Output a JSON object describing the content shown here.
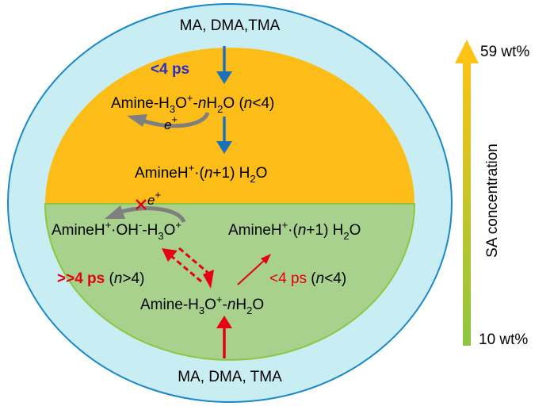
{
  "outer_top": "MA, DMA,TMA",
  "outer_bottom": "MA, DMA, TMA",
  "top": {
    "time": "<4 ps",
    "complex_a": "Amine-H",
    "complex_b": "3",
    "complex_c": "O",
    "complex_d": "+",
    "complex_e": "-",
    "complex_n": "n",
    "complex_f": "H",
    "complex_g": "2",
    "complex_h": "O (",
    "complex_i": "n",
    "complex_j": "<4)",
    "electron": "e",
    "electron_sup": "+",
    "product_a": "AmineH",
    "product_b": "+",
    "product_c": "·(",
    "product_n": "n",
    "product_d": "+1) H",
    "product_e": "2",
    "product_f": "O"
  },
  "bottom": {
    "electron": "e",
    "electron_sup": "+",
    "left_a": "AmineH",
    "left_b": "+",
    "left_c": "·OH",
    "left_d": "-",
    "left_e": "-H",
    "left_f": "3",
    "left_g": "O",
    "left_h": "+",
    "right_a": "AmineH",
    "right_b": "+",
    "right_c": "·(",
    "right_n": "n",
    "right_d": "+1) H",
    "right_e": "2",
    "right_f": "O",
    "slow_time": ">>4 ps",
    "slow_cond_a": " (",
    "slow_cond_n": "n",
    "slow_cond_b": ">4)",
    "fast_time": "<4 ps",
    "fast_cond_a": " (",
    "fast_cond_n": "n",
    "fast_cond_b": "<4)",
    "complex_a": "Amine-H",
    "complex_b": "3",
    "complex_c": "O",
    "complex_d": "+",
    "complex_e": "-",
    "complex_n": "n",
    "complex_f": "H",
    "complex_g": "2",
    "complex_h": "O"
  },
  "scale": {
    "top_label": "59 wt%",
    "bottom_label": "10 wt%",
    "axis_label": "SA concentration"
  },
  "colors": {
    "outer_ring": "#c8eef3",
    "top_half": "#fcbd18",
    "bottom_half": "#a8d18d",
    "blue_arrow": "#1a72bb",
    "red": "#e60012",
    "gray_arrow": "#7f7f7f"
  }
}
